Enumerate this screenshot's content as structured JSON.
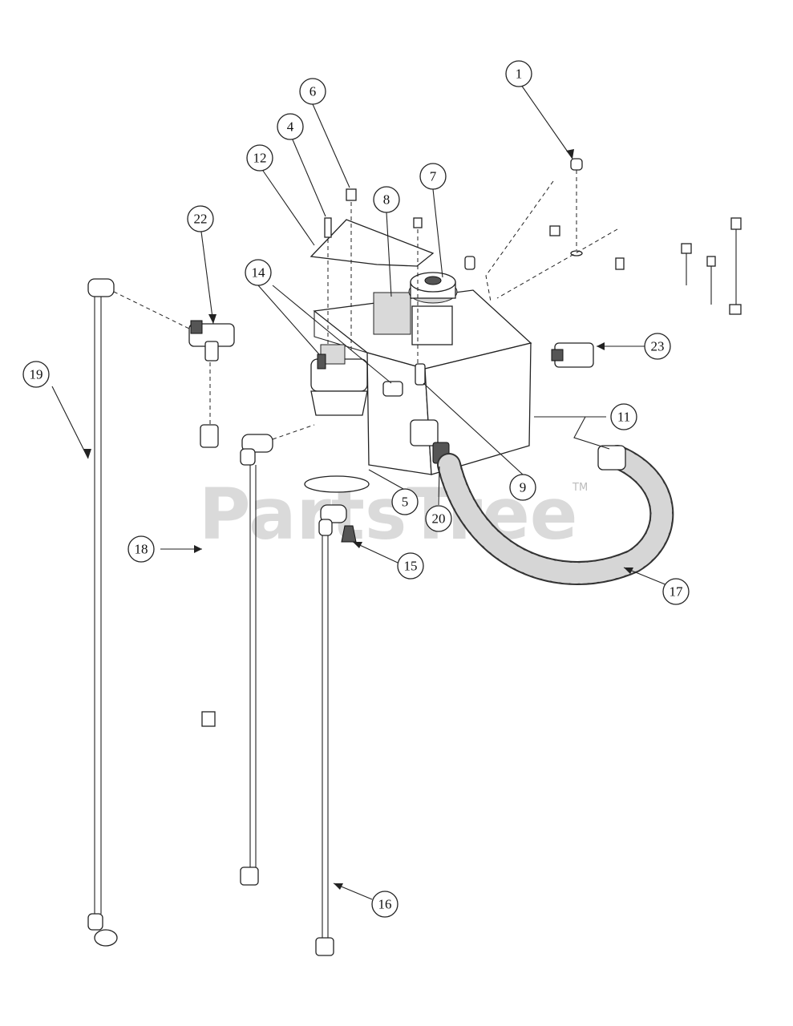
{
  "watermark": {
    "brand": "PartsTree",
    "trademark": "TM"
  },
  "callouts": [
    {
      "id": "c1",
      "label": "1"
    },
    {
      "id": "c4",
      "label": "4"
    },
    {
      "id": "c5",
      "label": "5"
    },
    {
      "id": "c6",
      "label": "6"
    },
    {
      "id": "c7",
      "label": "7"
    },
    {
      "id": "c8",
      "label": "8"
    },
    {
      "id": "c9",
      "label": "9"
    },
    {
      "id": "c11",
      "label": "11"
    },
    {
      "id": "c12",
      "label": "12"
    },
    {
      "id": "c14",
      "label": "14"
    },
    {
      "id": "c15",
      "label": "15"
    },
    {
      "id": "c16",
      "label": "16"
    },
    {
      "id": "c17",
      "label": "17"
    },
    {
      "id": "c18",
      "label": "18"
    },
    {
      "id": "c19",
      "label": "19"
    },
    {
      "id": "c20",
      "label": "20"
    },
    {
      "id": "c22",
      "label": "22"
    },
    {
      "id": "c23",
      "label": "23"
    }
  ]
}
